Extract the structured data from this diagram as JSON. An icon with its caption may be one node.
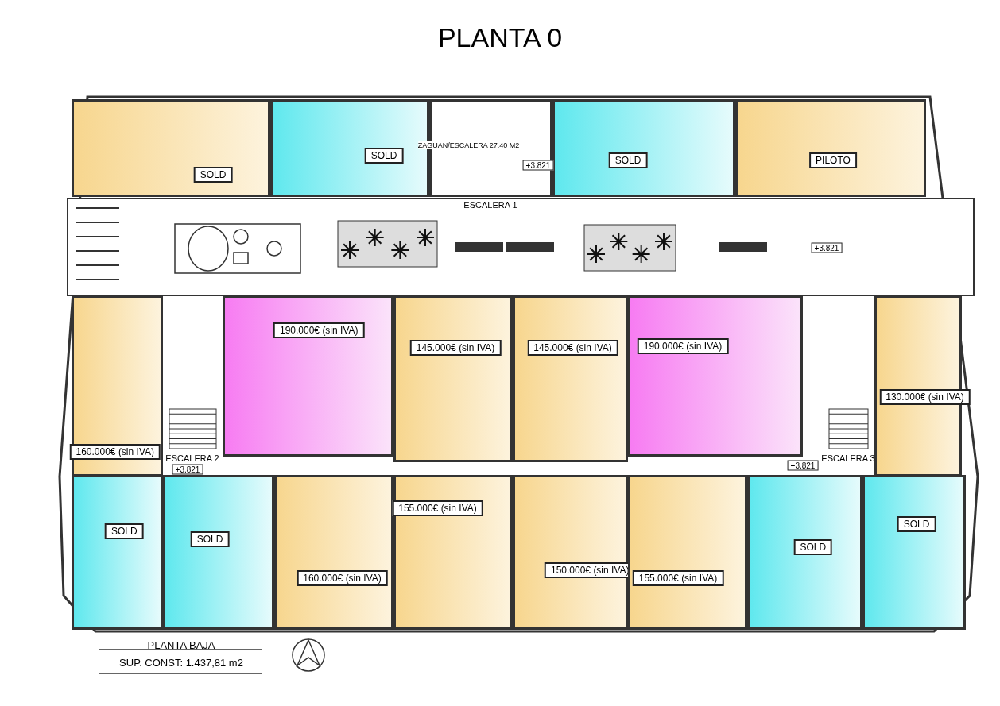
{
  "diagram": {
    "title": "PLANTA 0",
    "nodes": [
      {
        "text": [
          "SOLD"
        ]
      },
      {
        "text": [
          "SOLD"
        ]
      },
      {
        "text": [
          "ZAGUAN/ESCALERA 27.40 M2"
        ]
      },
      {
        "text": [
          "SOLD"
        ]
      },
      {
        "text": [
          "PILOTO"
        ]
      },
      {
        "text": [
          "160.000€ (sin IVA)"
        ]
      },
      {
        "text": [
          "190.000€ (sin IVA)"
        ]
      },
      {
        "text": [
          "145.000€ (sin IVA)"
        ]
      },
      {
        "text": [
          "145.000€ (sin IVA)"
        ]
      },
      {
        "text": [
          "190.000€ (sin IVA)"
        ]
      },
      {
        "text": [
          "130.000€ (sin IVA)"
        ]
      },
      {
        "text": [
          "SOLD"
        ]
      },
      {
        "text": [
          "SOLD"
        ]
      },
      {
        "text": [
          "160.000€ (sin IVA)"
        ]
      },
      {
        "text": [
          "155.000€ (sin IVA)"
        ]
      },
      {
        "text": [
          "150.000€ (sin IVA)"
        ]
      },
      {
        "text": [
          "155.000€ (sin IVA)"
        ]
      },
      {
        "text": [
          "SOLD"
        ]
      },
      {
        "text": [
          "SOLD"
        ]
      }
    ],
    "labels": [
      "+3.821",
      "ESCALERA 1",
      "+3.821",
      "ESCALERA 2",
      "+3.821",
      "+3.821",
      "ESCALERA 3",
      "PLANTA BAJA",
      "SUP. CONST: 1.437,81 m2"
    ]
  }
}
